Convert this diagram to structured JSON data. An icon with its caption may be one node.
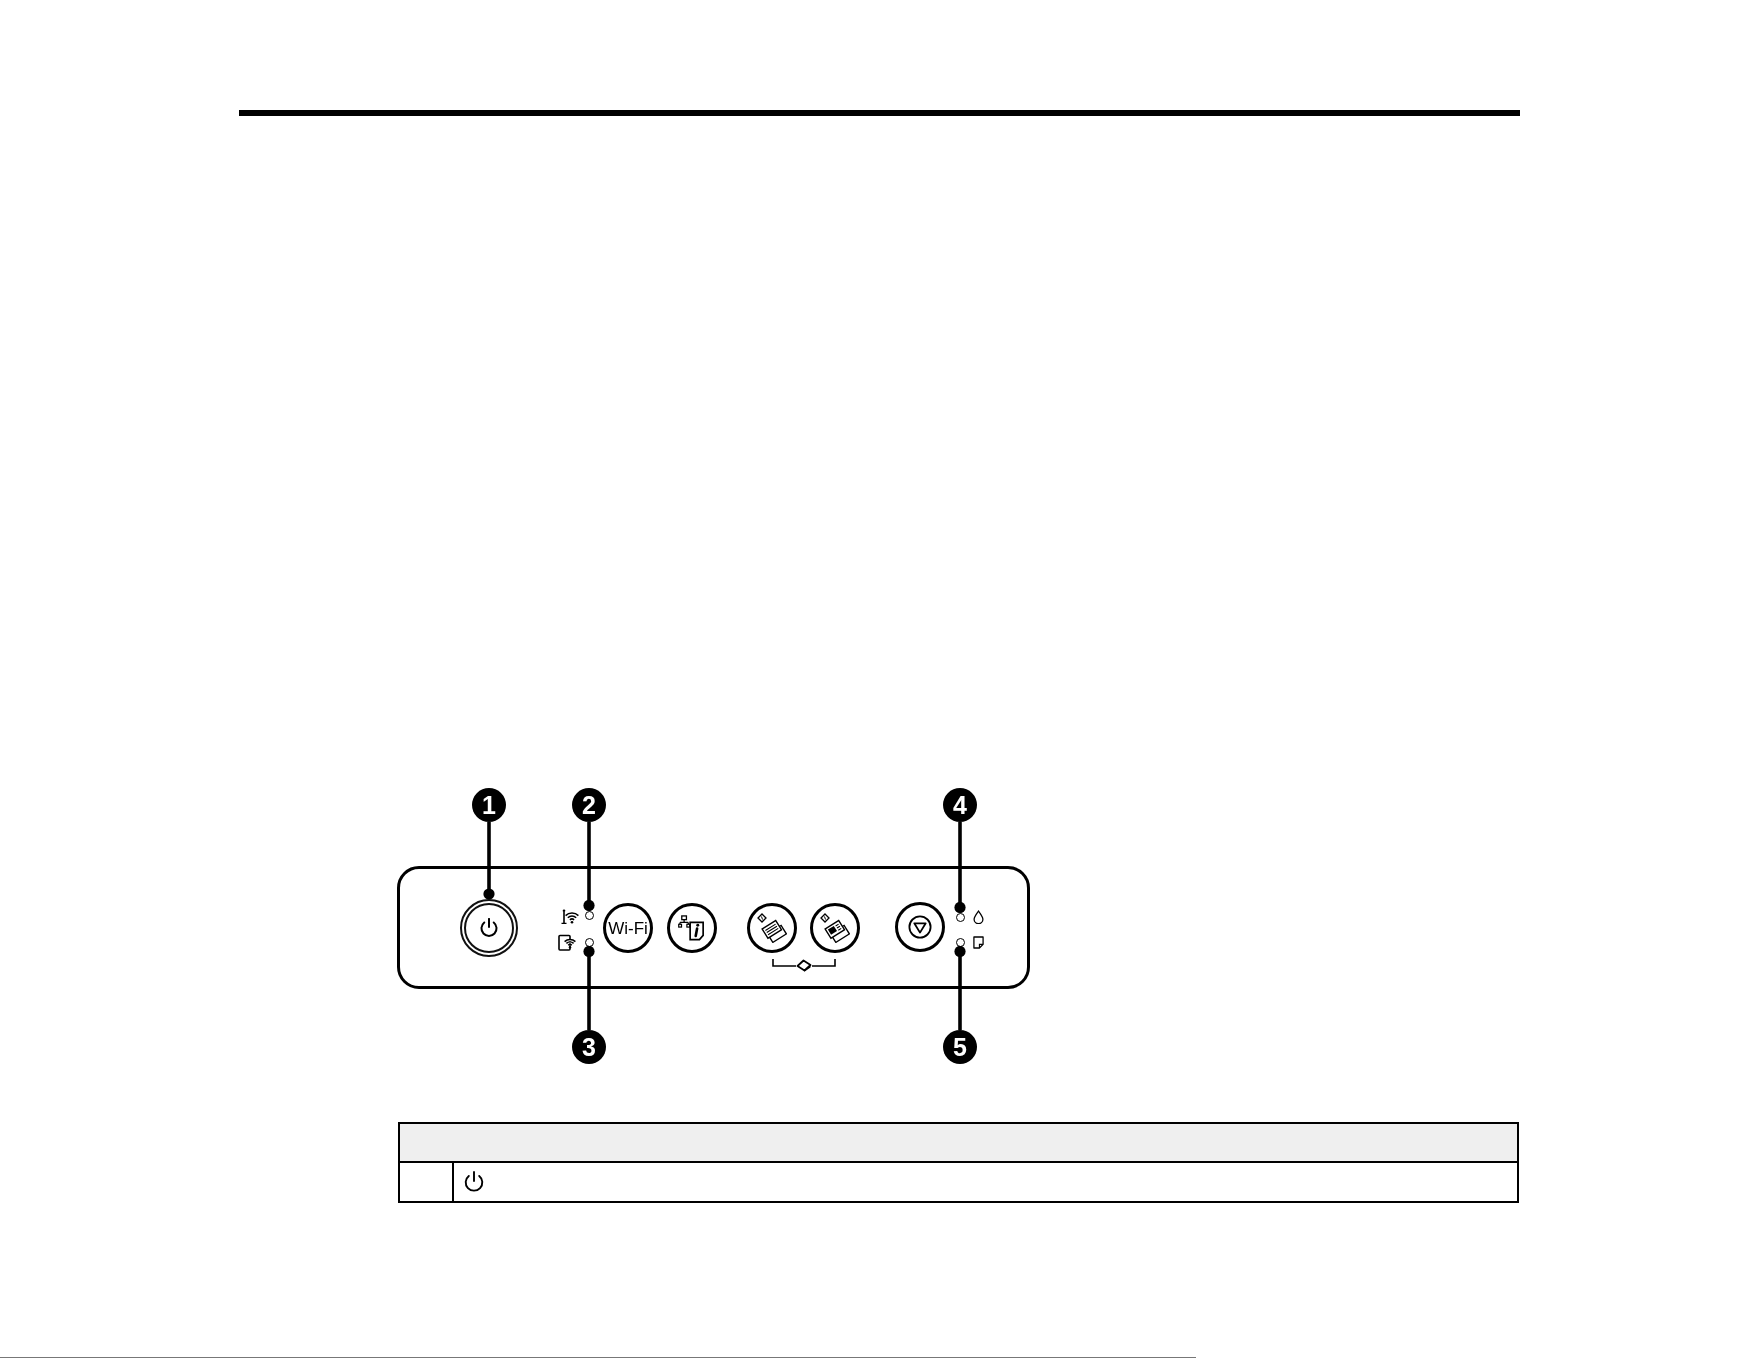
{
  "diagram": {
    "nodes": [
      {
        "text": [
          "1"
        ]
      },
      {
        "text": [
          "2"
        ]
      },
      {
        "text": [
          "4"
        ]
      },
      {
        "text": [],
        "shape": "box"
      },
      {
        "text": [],
        "shape": "circle",
        "in": 3
      },
      {
        "text": [],
        "shape": "circle",
        "in": 3
      },
      {
        "text": [],
        "shape": "circle",
        "in": 3
      },
      {
        "text": [
          "Wi-Fi"
        ],
        "in": 3
      },
      {
        "text": [],
        "shape": "circle",
        "in": 3
      },
      {
        "text": [],
        "shape": "circle",
        "in": 3
      },
      {
        "text": [],
        "shape": "circle",
        "in": 3
      },
      {
        "text": [],
        "shape": "circle",
        "in": 3
      },
      {
        "text": [],
        "shape": "circle",
        "in": 3
      },
      {
        "text": [],
        "shape": "circle",
        "in": 3
      },
      {
        "text": [
          "3"
        ]
      },
      {
        "text": [
          "5"
        ]
      }
    ],
    "edges": [
      {
        "from": 0,
        "to": 4,
        "arrow": "other"
      },
      {
        "from": 1,
        "to": 5,
        "arrow": "other"
      },
      {
        "from": 14,
        "to": 6,
        "arrow": "other"
      },
      {
        "from": 2,
        "to": 12,
        "arrow": "other"
      },
      {
        "from": 15,
        "to": 13,
        "arrow": "other"
      }
    ]
  }
}
